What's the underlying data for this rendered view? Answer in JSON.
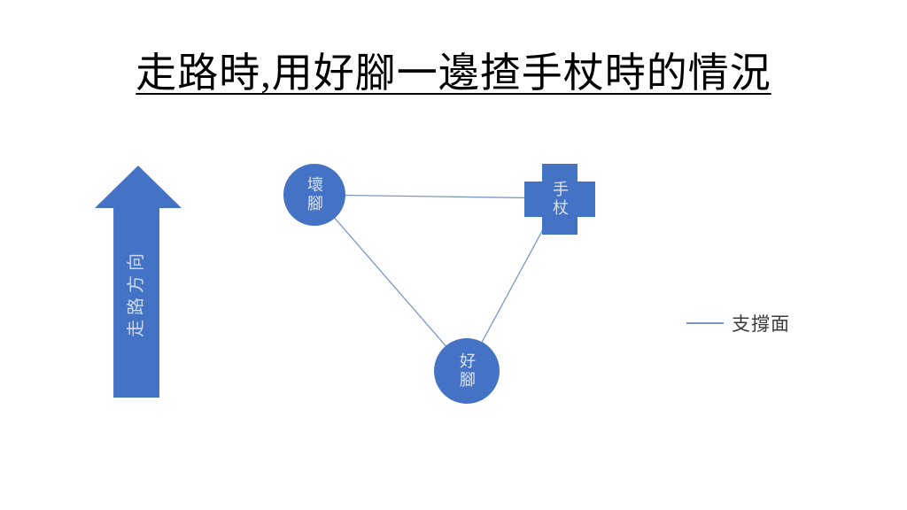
{
  "slide": {
    "title": "走路時,用好腳一邊揸手杖時的情況"
  },
  "diagram": {
    "arrow": {
      "label": "走路方向",
      "direction": "up"
    },
    "nodes": [
      {
        "id": "bad-foot",
        "label": "壞腳",
        "shape": "circle"
      },
      {
        "id": "cane",
        "label": "手杖",
        "shape": "cross"
      },
      {
        "id": "good-foot",
        "label": "好腳",
        "shape": "circle"
      }
    ],
    "edges": [
      {
        "from": "bad-foot",
        "to": "cane"
      },
      {
        "from": "bad-foot",
        "to": "good-foot"
      },
      {
        "from": "cane",
        "to": "good-foot"
      }
    ]
  },
  "legend": {
    "label": "支撐面"
  },
  "colors": {
    "shape_fill": "#4472c4",
    "connector_line": "#7b96c4",
    "shape_label_text": "#dbe4f3",
    "arrow_label_text": "#c9d7ee",
    "title_text": "#000000",
    "legend_text": "#3b3b3b",
    "background": "#ffffff"
  }
}
